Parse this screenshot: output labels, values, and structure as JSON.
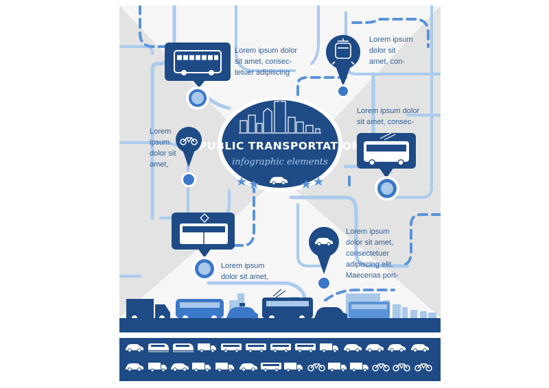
{
  "title": {
    "main": "PUBLIC TRANSPORTATION",
    "sub": "infographic elements"
  },
  "callouts": {
    "bus": "Lorem ipsum dolor\nsit amet, consec-\ntetuer adipiscing",
    "train": "Lorem ipsum\ndolor sit\namet, con-",
    "bicycle": "Lorem\nipsum\ndolor sit\namet,",
    "trolleybus": "Lorem ipsum dolor\nsit amet, consec-",
    "taxi": "Lorem ipsum\ndolor sit amet,\nconsectetuer\nadipiscing elit.\nMaecenas port-",
    "tram": "Lorem ipsum\ndolor sit amet,"
  },
  "colors": {
    "navy": "#1e4b86",
    "blue": "#3c78c8",
    "light_blue": "#a9c8ea",
    "route_line": "#aacbee",
    "text": "#2f5c93",
    "background": "#eeeeee"
  },
  "icons": {
    "markers": [
      "bus-icon",
      "train-icon",
      "bicycle-icon",
      "trolleybus-icon",
      "tram-icon",
      "taxi-icon"
    ],
    "center": [
      "city-skyline-icon",
      "car-icon",
      "star-icon"
    ],
    "street": [
      "truck-icon",
      "bus-icon",
      "taxi-icon",
      "trolleybus-icon",
      "car-icon",
      "tram-icon"
    ],
    "icon_set": [
      "car-icon",
      "train-icon",
      "bus-icon",
      "truck-icon",
      "bicycle-icon",
      "scooter-icon",
      "tram-icon",
      "van-icon"
    ]
  }
}
